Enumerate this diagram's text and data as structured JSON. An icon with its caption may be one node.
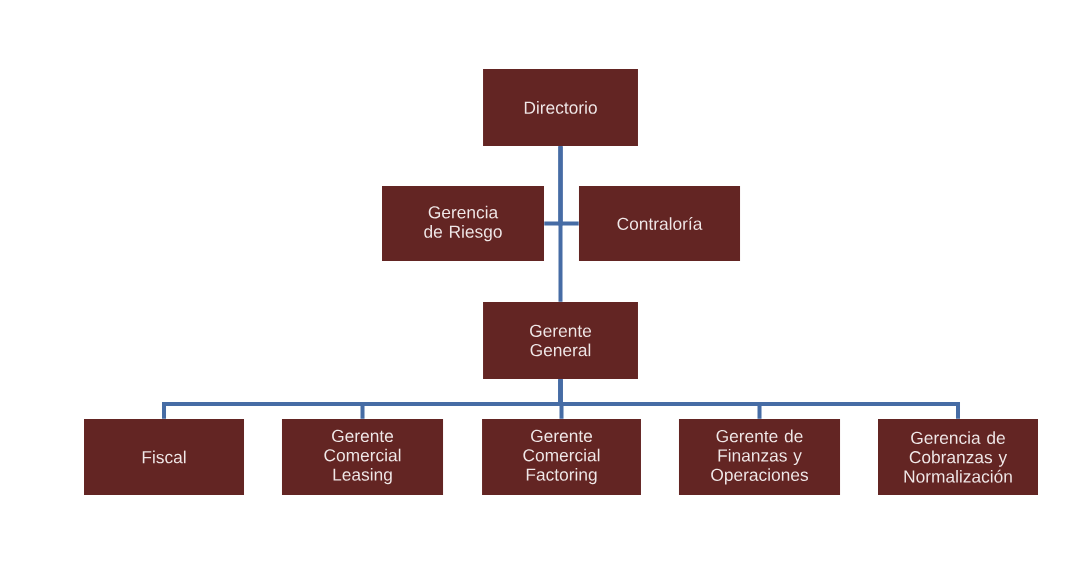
{
  "diagram": {
    "nodes": [
      {
        "text": [
          "Directorio"
        ]
      },
      {
        "text": [
          "Gerencia de Riesgo"
        ]
      },
      {
        "text": [
          "Contraloría"
        ]
      },
      {
        "text": [
          "Gerente General"
        ]
      },
      {
        "text": [
          "Fiscal"
        ]
      },
      {
        "text": [
          "Gerente Comercial Leasing"
        ]
      },
      {
        "text": [
          "Gerente Comercial Factoring"
        ]
      },
      {
        "text": [
          "Gerente de Finanzas y Operaciones"
        ]
      },
      {
        "text": [
          "Gerencia de Cobranzas y Normalización"
        ]
      }
    ],
    "edges": [
      {
        "from": 0,
        "to": 3,
        "arrow": "none"
      },
      {
        "from": 0,
        "to": 1,
        "arrow": "none"
      },
      {
        "from": 0,
        "to": 2,
        "arrow": "none"
      },
      {
        "from": 3,
        "to": 4,
        "arrow": "none"
      },
      {
        "from": 3,
        "to": 5,
        "arrow": "none"
      },
      {
        "from": 3,
        "to": 6,
        "arrow": "none"
      },
      {
        "from": 3,
        "to": 7,
        "arrow": "none"
      },
      {
        "from": 3,
        "to": 8,
        "arrow": "none"
      }
    ]
  }
}
